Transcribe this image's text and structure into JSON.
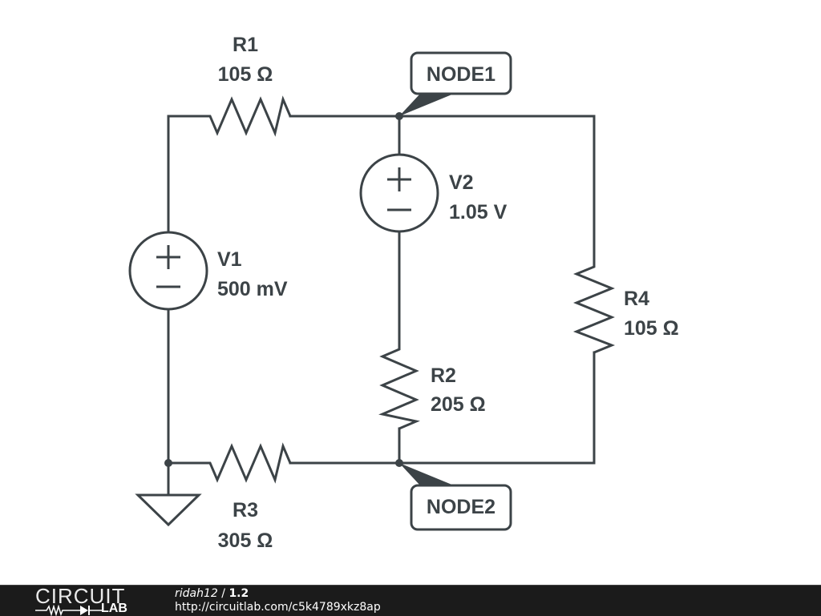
{
  "schematic": {
    "components": {
      "R1": {
        "name": "R1",
        "value": "105 Ω"
      },
      "R2": {
        "name": "R2",
        "value": "205 Ω"
      },
      "R3": {
        "name": "R3",
        "value": "305 Ω"
      },
      "R4": {
        "name": "R4",
        "value": "105 Ω"
      },
      "V1": {
        "name": "V1",
        "value": "500 mV"
      },
      "V2": {
        "name": "V2",
        "value": "1.05 V"
      }
    },
    "nodes": {
      "node1": "NODE1",
      "node2": "NODE2"
    },
    "ground": "ground-symbol",
    "colors": {
      "ink": "#3c4347",
      "background": "#ffffff"
    }
  },
  "footer": {
    "logo_top": "CIRCUIT",
    "logo_bottom": "LAB",
    "user": "ridah12",
    "separator": " / ",
    "version": "1.2",
    "url": "http://circuitlab.com/c5k4789xkz8ap",
    "colors": {
      "background": "#1b1b1b",
      "text": "#ffffff"
    }
  }
}
